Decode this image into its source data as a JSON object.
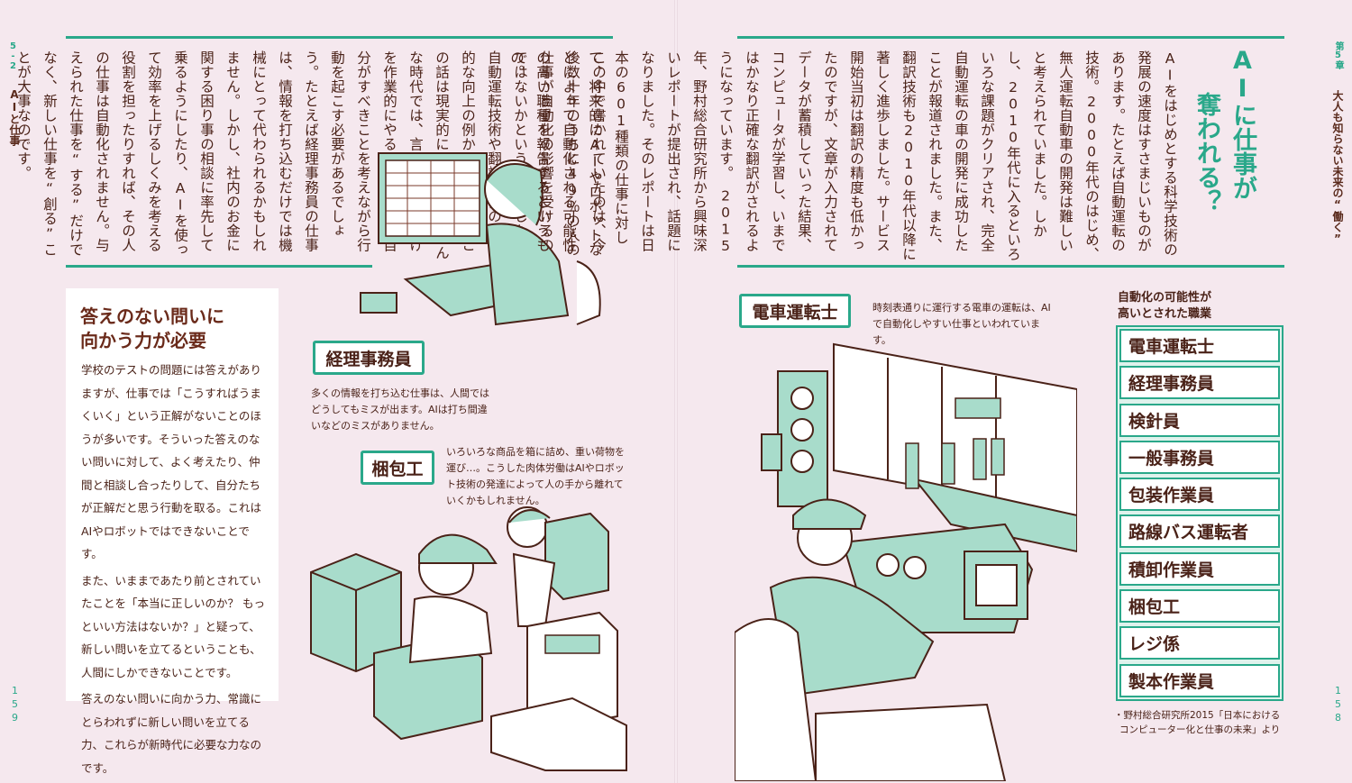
{
  "left_page": {
    "side_chapter": "5-2",
    "side_title": "AIと仕事",
    "page_number": "159",
    "body_text": "この中で書かれていたのは、今後数十年のうちに49％の人の仕事が自動化の影響を受けるのではないかということでした。自動運転技術や翻訳技術の飛躍的な向上の例から考えると、この話は現実的に思えます。　こんな時代では、言われたことだけを作業的にやるのではなく、自分がすべきことを考えながら行動を起こす必要があるでしょう。たとえば経理事務員の仕事は、情報を打ち込むだけでは機械にとって代わられるかもしれません。しかし、社内のお金に関する困り事の相談に率先して乗るようにしたり、AIを使って効率を上げるしくみを考える役割を担ったりすれば、その人の仕事は自動化されません。与えられた仕事を“する”だけでなく、新しい仕事を“創る”ことが大事なのです。",
    "column_title_line1": "答えのない問いに",
    "column_title_line2": "向かう力が必要",
    "column_text_1": "学校のテストの問題には答えがありますが、仕事では「こうすればうまくいく」という正解がないことのほうが多いです。そういった答えのない問いに対して、よく考えたり、仲間と相談し合ったりして、自分たちが正解だと思う行動を取る。これはAIやロボットではできないことです。",
    "column_text_2": "また、いままであたり前とされていたことを「本当に正しいのか？ もっといい方法はないか？」と疑って、新しい問いを立てるということも、人間にしかできないことです。",
    "column_text_3": "答えのない問いに向かう力、常識にとらわれずに新しい問いを立てる力、これらが新時代に必要な力なのです。",
    "label_accounting": "経理事務員",
    "caption_accounting": "多くの情報を打ち込む仕事は、人間ではどうしてもミスが出ます。AIは打ち間違いなどのミスがありません。",
    "label_packing": "梱包工",
    "caption_packing": "いろいろな商品を箱に詰め、重い荷物を運び…。こうした肉体労働はAIやロボット技術の発達によって人の手から離れていくかもしれません。"
  },
  "right_page": {
    "side_chapter": "第5章",
    "side_title": "大人も知らない未来の“働く”",
    "page_number": "158",
    "heading_line1": "AIに仕事が",
    "heading_line2": "奪われる？",
    "body_text": "AIをはじめとする科学技術の発展の速度はすさまじいものがあります。たとえば自動運転の技術。2000年代のはじめ、無人運転自動車の開発は難しいと考えられていました。しかし、2010年代に入るといろいろな課題がクリアされ、完全自動運転の車の開発に成功したことが報道されました。また、翻訳技術も2010年代以降に著しく進歩しました。サービス開始当初は翻訳の精度も低かったのですが、文章が入力されてデータが蓄積していった結果、コンピュータが学習し、いまではかなり正確な翻訳がされるようになっています。　2015年、野村総合研究所から興味深いレポートが提出され、話題になりました。そのレポートは日本の601種類の仕事に対して、将来的にAIやロボットなどによって自動化される可能性の高い職種を報告するというもの。",
    "label_train": "電車運転士",
    "caption_train": "時刻表通りに運行する電車の運転は、AIで自動化しやすい仕事といわれています。",
    "list_title_line1": "自動化の可能性が",
    "list_title_line2": "高いとされた職業",
    "jobs": [
      "電車運転士",
      "経理事務員",
      "検針員",
      "一般事務員",
      "包装作業員",
      "路線バス運転者",
      "積卸作業員",
      "梱包工",
      "レジ係",
      "製本作業員"
    ],
    "source_line1": "・野村総合研究所2015「日本における",
    "source_line2": "コンピューター化と仕事の未来」より"
  },
  "colors": {
    "accent": "#2aa88a",
    "background": "#f5e8ee",
    "text": "#4a2218",
    "illustration_fill": "#a8dccb"
  }
}
